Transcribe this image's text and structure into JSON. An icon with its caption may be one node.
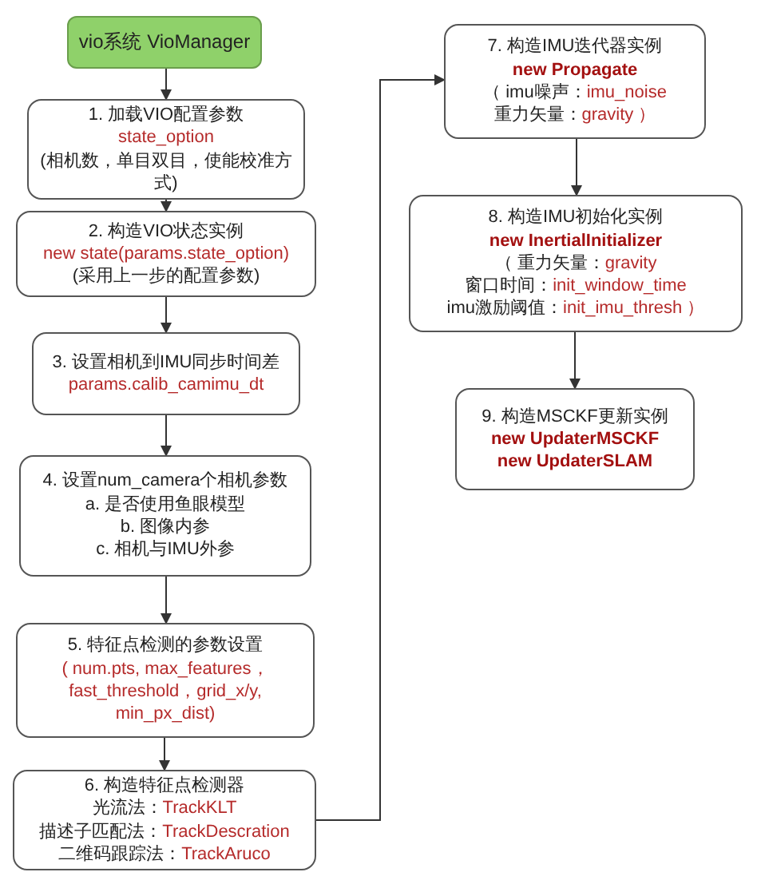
{
  "diagram": {
    "nodes": [
      {
        "text": [
          "vio系统 VioManager"
        ]
      },
      {
        "text": [
          "1. 加载VIO配置参数",
          "state_option",
          "(相机数，单目双目，使能校准方式)"
        ]
      },
      {
        "text": [
          "2. 构造VIO状态实例",
          "new state(params.state_option)",
          "(采用上一步的配置参数)"
        ]
      },
      {
        "text": [
          "3. 设置相机到IMU同步时间差",
          "params.calib_camimu_dt"
        ]
      },
      {
        "text": [
          "4. 设置num_camera个相机参数",
          "a. 是否使用鱼眼模型",
          "b. 图像内参",
          "c. 相机与IMU外参"
        ]
      },
      {
        "text": [
          "5. 特征点检测的参数设置",
          "( num.pts, max_features，fast_threshold，grid_x/y, min_px_dist)"
        ]
      },
      {
        "text": [
          "6. 构造特征点检测器",
          "光流法：TrackKLT",
          "描述子匹配法：TrackDescration",
          "二维码跟踪法：TrackAruco"
        ]
      },
      {
        "text": [
          "7. 构造IMU迭代器实例",
          "new Propagate",
          "（ imu噪声：imu_noise",
          "重力矢量：gravity ）"
        ]
      },
      {
        "text": [
          "8. 构造IMU初始化实例",
          "new InertialInitializer",
          "（ 重力矢量：gravity",
          "窗口时间：init_window_time",
          "imu激励阈值：init_imu_thresh ）"
        ]
      },
      {
        "text": [
          "9. 构造MSCKF更新实例",
          "new UpdaterMSCKF",
          "new UpdaterSLAM"
        ]
      }
    ],
    "edges": [
      {
        "from": 0,
        "to": 1,
        "arrow": "to"
      },
      {
        "from": 1,
        "to": 2,
        "arrow": "to"
      },
      {
        "from": 2,
        "to": 3,
        "arrow": "to"
      },
      {
        "from": 3,
        "to": 4,
        "arrow": "to"
      },
      {
        "from": 4,
        "to": 5,
        "arrow": "to"
      },
      {
        "from": 5,
        "to": 6,
        "arrow": "to"
      },
      {
        "from": 6,
        "to": 7,
        "arrow": "to"
      },
      {
        "from": 7,
        "to": 8,
        "arrow": "to"
      },
      {
        "from": 8,
        "to": 9,
        "arrow": "to"
      }
    ]
  }
}
